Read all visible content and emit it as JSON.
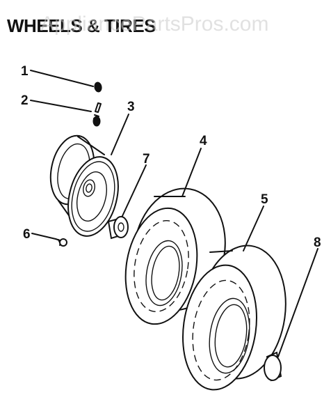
{
  "title": "WHEELS & TIRES",
  "watermark": "AppliancePartsPros.com",
  "callouts": [
    {
      "id": "1"
    },
    {
      "id": "2"
    },
    {
      "id": "3"
    },
    {
      "id": "4"
    },
    {
      "id": "5"
    },
    {
      "id": "6"
    },
    {
      "id": "7"
    },
    {
      "id": "8"
    }
  ]
}
